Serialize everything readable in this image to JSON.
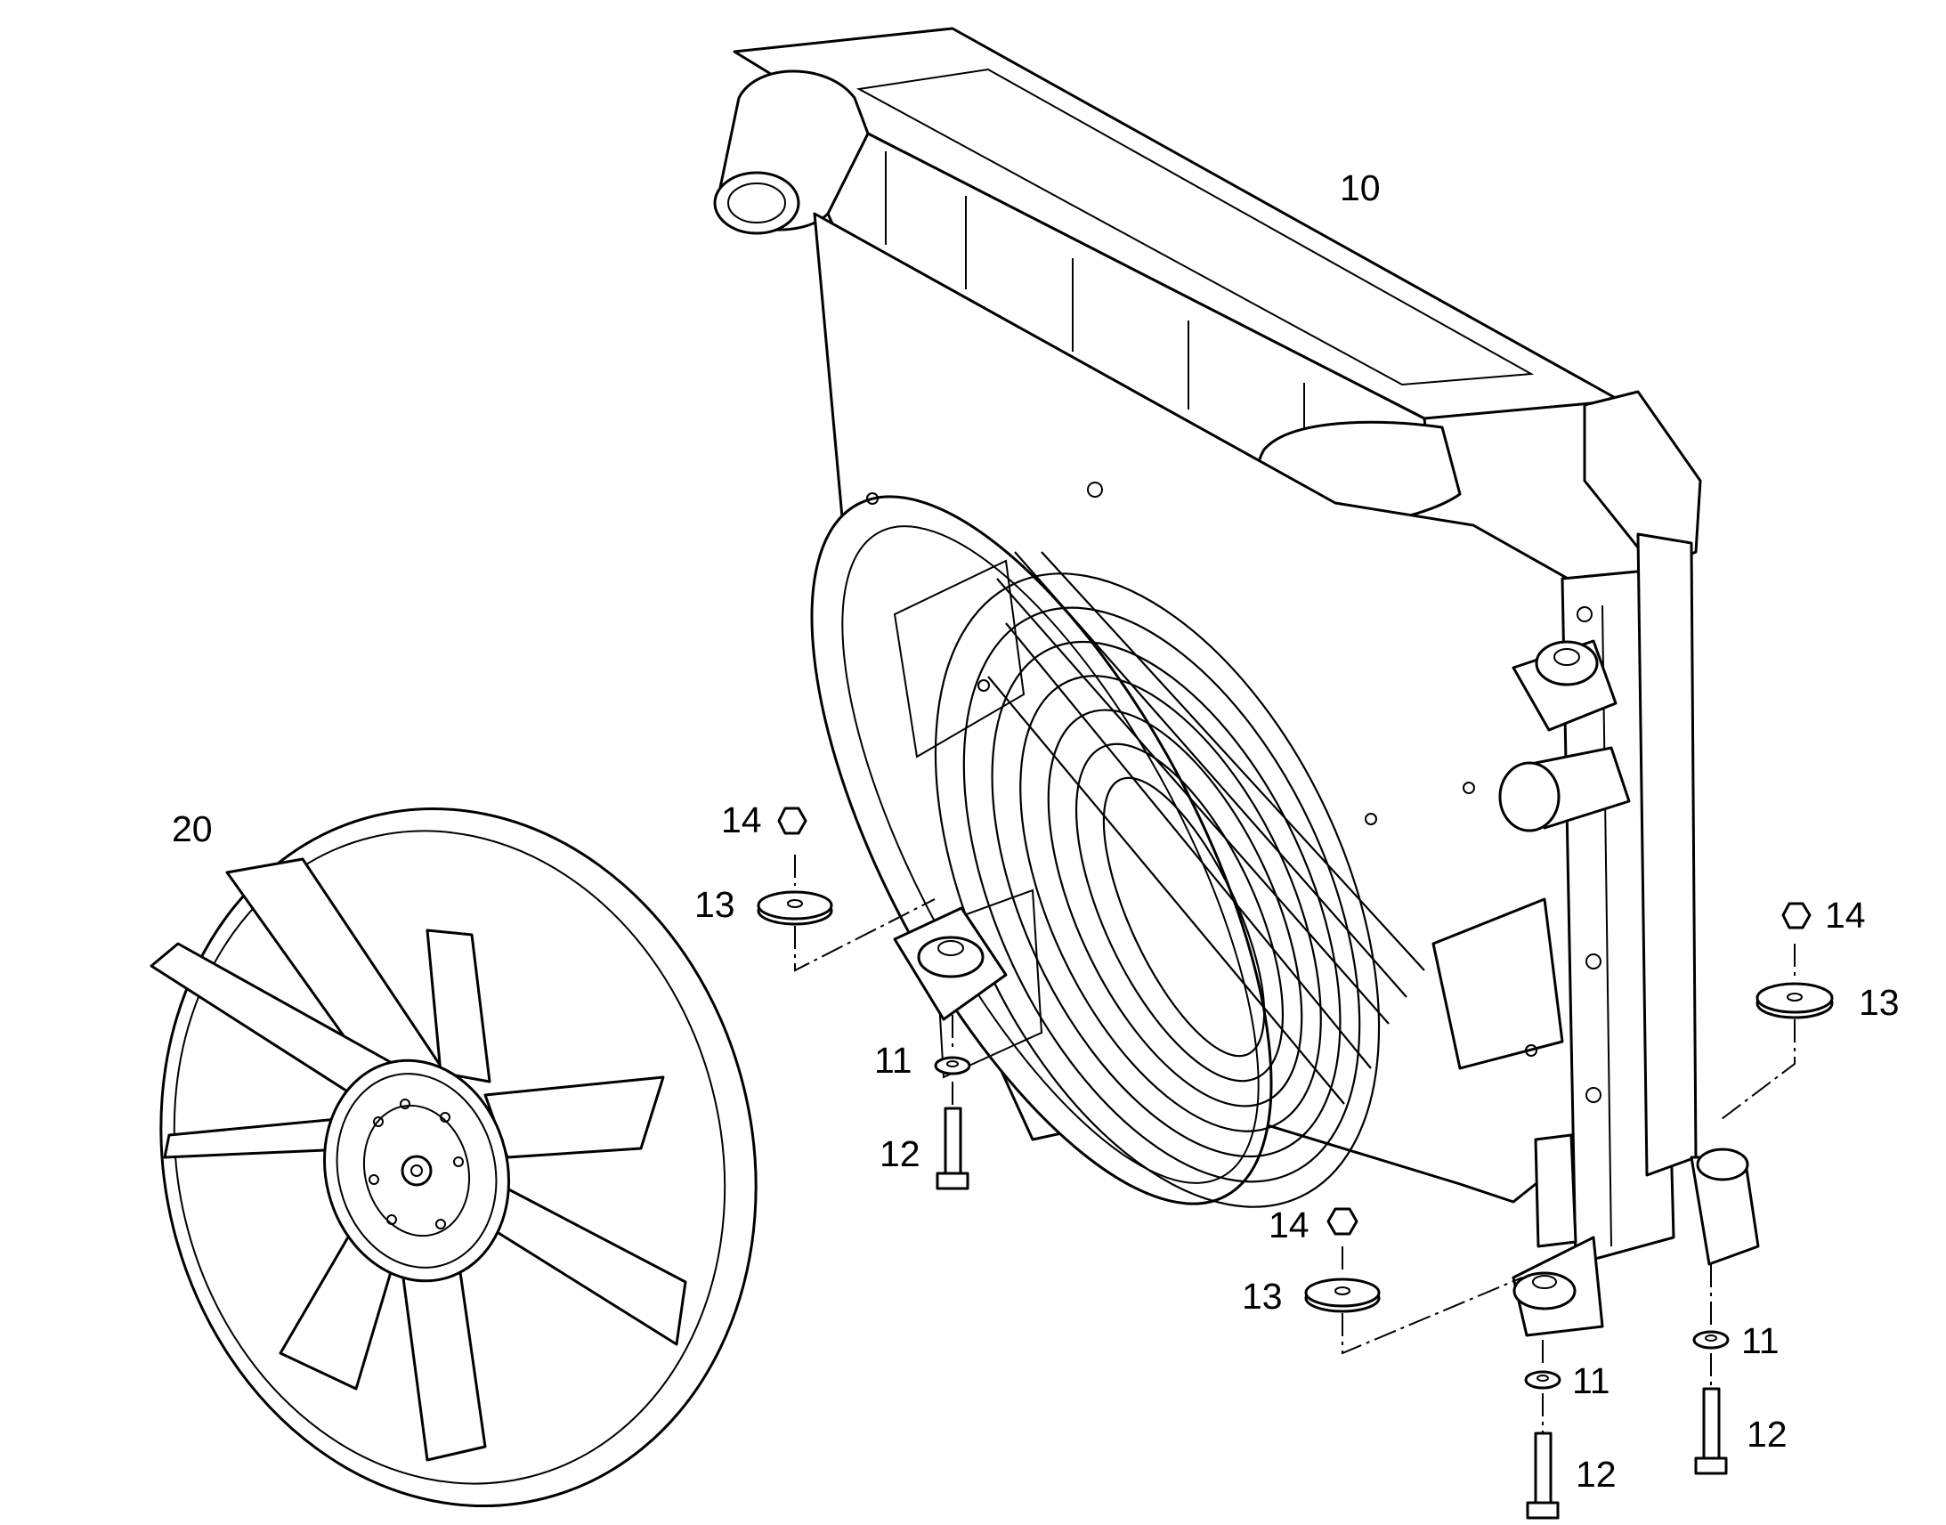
{
  "callouts": {
    "c10": "10",
    "c20": "20",
    "c14a": "14",
    "c13a": "13",
    "c11a": "11",
    "c12a": "12",
    "c14b": "14",
    "c13b": "13",
    "c14c": "14",
    "c13c": "13",
    "c11b": "11",
    "c12b": "12",
    "c11c": "11",
    "c12c": "12"
  }
}
